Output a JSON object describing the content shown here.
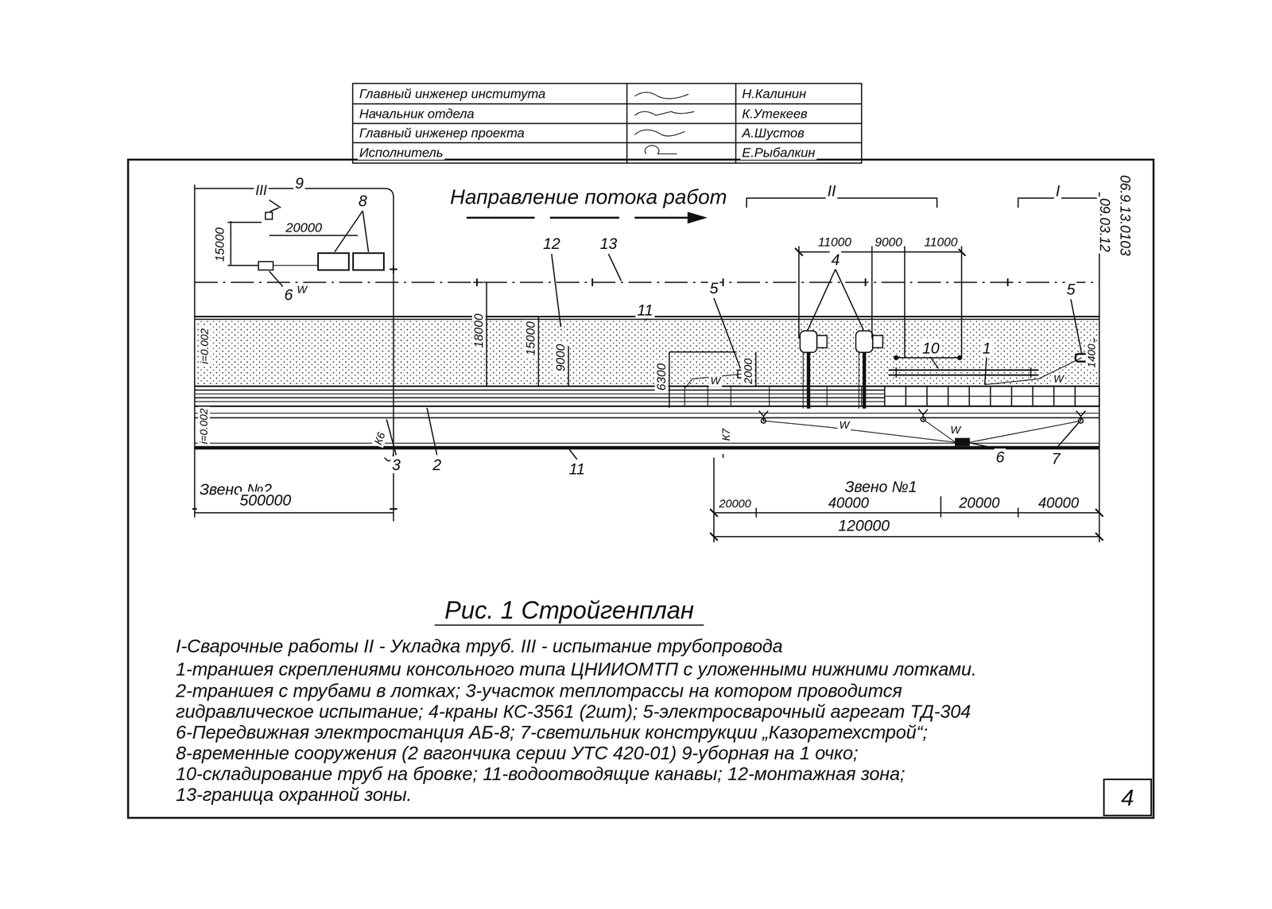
{
  "diagram": {
    "caption": "Рис. 1 Стройгенплан",
    "nodes": [
      {
        "text": [
          "4"
        ]
      }
    ],
    "edges": [],
    "labels": [
      "Главный инженер института",
      "Н.Калинин",
      "Начальник отдела",
      "К.Утекеев",
      "Главный инженер проекта",
      "А.Шустов",
      "Исполнитель",
      "Е.Рыбалкин",
      "06.9.13.0103",
      "09.03.12",
      "Направление потока работ",
      "III",
      "9",
      "15000",
      "20000",
      "8",
      "6",
      "12",
      "13",
      "18000",
      "15000",
      "9000",
      "6300",
      "2000",
      "11",
      "5",
      "II",
      "I",
      "11000",
      "9000",
      "11000",
      "4",
      "10",
      "1",
      "5",
      "1400",
      "i=0.002",
      "i=0.002",
      "К6",
      "К7",
      "3",
      "2",
      "11",
      "6",
      "7",
      "Звено №2",
      "500000",
      "Звено №1",
      "20000",
      "40000",
      "20000",
      "40000",
      "120000",
      "W",
      "W",
      "W",
      "W",
      "W",
      "I-Сварочные работы II - Укладка труб. III - испытание трубопровода",
      "1-траншея скреплениями консольного типа ЦНИИОМТП с уложенными нижними лотками.",
      "2-траншея с трубами в лотках; 3-участок теплотрассы на котором проводится",
      "гидравлическое испытание; 4-краны КС-3561 (2шт); 5-электросварочный агрегат ТД-304",
      "6-Передвижная электростанция АБ-8; 7-светильник конструкции „Казоргтехстрой“;",
      "8-временные сооружения (2 вагончика серии УТС 420-01) 9-уборная на 1 очко;",
      "10-складирование труб на бровке; 11-водоотводящие канавы; 12-монтажная зона;",
      "13-граница охранной зоны."
    ]
  }
}
